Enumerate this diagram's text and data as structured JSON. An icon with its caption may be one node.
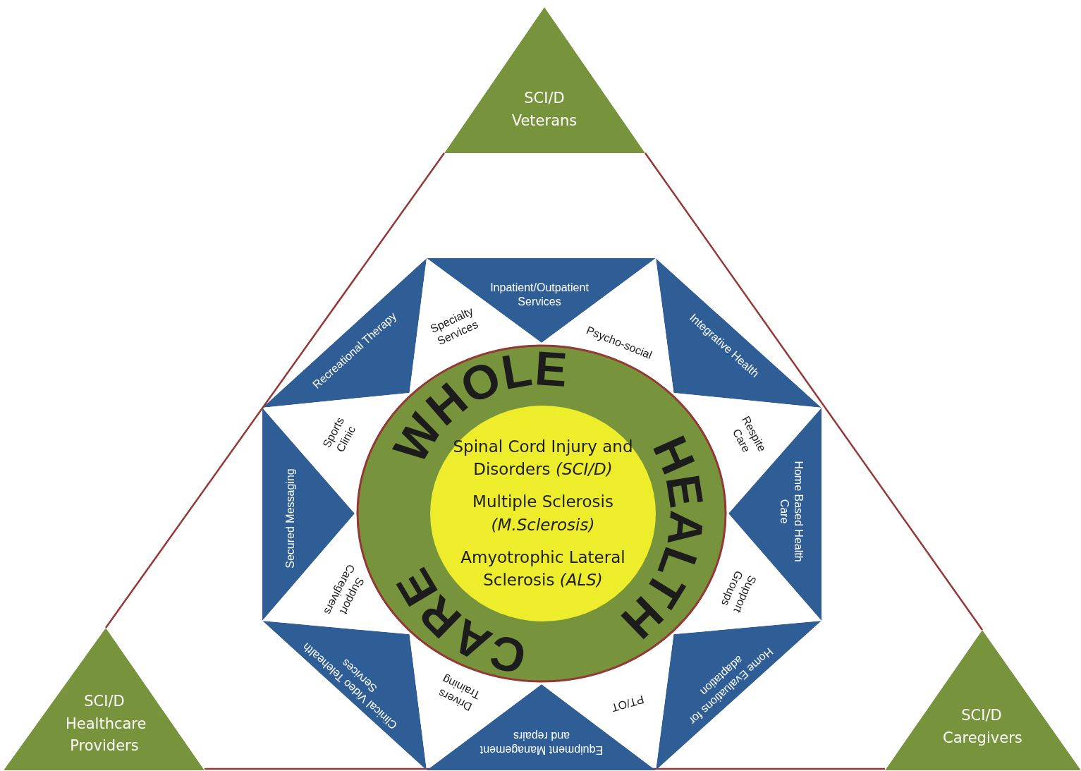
{
  "diagram": {
    "nodes": [
      {
        "text": [
          "SCI/D Veterans"
        ]
      },
      {
        "text": [
          "Recreational Therapy"
        ]
      },
      {
        "text": [
          "Specialty Services"
        ]
      },
      {
        "text": [
          "Inpatient/Outpatient Services"
        ]
      },
      {
        "text": [
          "Psycho-social"
        ]
      },
      {
        "text": [
          "Integrative Health"
        ]
      },
      {
        "text": [
          "Respite Care"
        ]
      },
      {
        "text": [
          "Home Based Health Care"
        ]
      },
      {
        "text": [
          "Support Groups"
        ]
      },
      {
        "text": [
          "Home Evaluations for adaptation"
        ]
      },
      {
        "text": [
          "PT/OT"
        ]
      },
      {
        "text": [
          "Equipment Management and repairs"
        ]
      },
      {
        "text": [
          "Drivers Training"
        ]
      },
      {
        "text": [
          "Clinical Video Telehealth Services"
        ]
      },
      {
        "text": [
          "Support Caregivers"
        ]
      },
      {
        "text": [
          "Secured Messaging"
        ]
      },
      {
        "text": [
          "Sports Clinic"
        ]
      },
      {
        "text": [
          "WHOLE",
          "CARE",
          "HEALTH"
        ]
      },
      {
        "text": [
          "Spinal Cord Injury and Disorders *(SCI/D)*",
          "Multiple Sclerosis *(M.Sclerosis)*",
          "Amyotrophic Lateral Sclerosis *(ALS)*"
        ],
        "in": 17
      },
      {
        "text": [
          "SCI/D Healthcare Providers"
        ]
      },
      {
        "text": [
          "SCI/D Caregivers"
        ]
      }
    ],
    "edges": [
      {
        "from": 0,
        "to": 19,
        "arrow": "none"
      },
      {
        "from": 0,
        "to": 20,
        "arrow": "none"
      },
      {
        "from": 19,
        "to": 20,
        "arrow": "none"
      }
    ]
  }
}
